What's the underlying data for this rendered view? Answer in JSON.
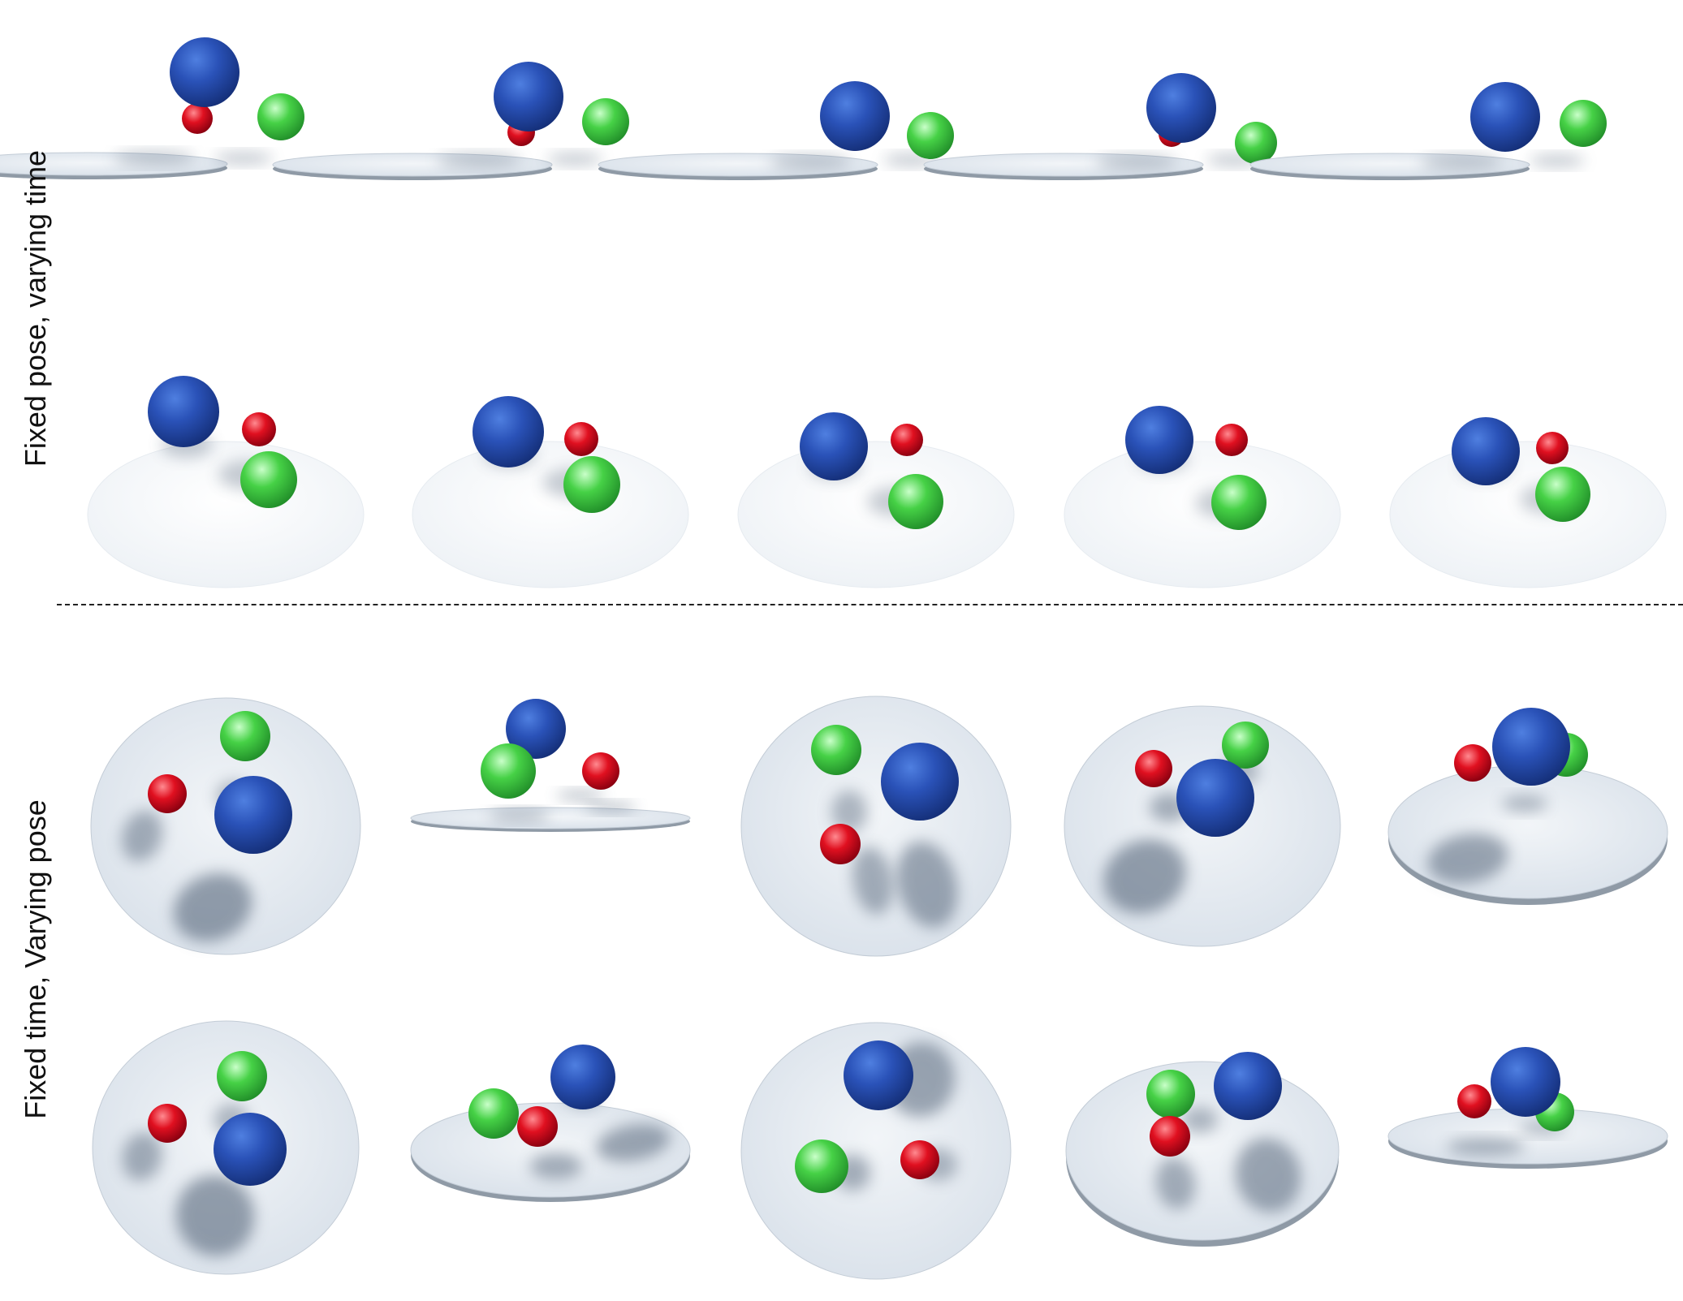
{
  "labels": {
    "top": "Fixed pose, varying time",
    "bottom": "Fixed time, Varying pose"
  },
  "colors": {
    "background": "#ffffff",
    "blue_sphere": "#2a52b8",
    "green_sphere": "#46d146",
    "red_sphere": "#e01020",
    "floor_disk": "#d9e1ea",
    "divider": "#222222"
  },
  "grid": {
    "rows": 4,
    "columns": 5
  },
  "icons": {
    "blue": "blue-sphere-icon",
    "green": "green-sphere-icon",
    "red": "red-sphere-icon",
    "floor": "floor-disk-icon"
  }
}
